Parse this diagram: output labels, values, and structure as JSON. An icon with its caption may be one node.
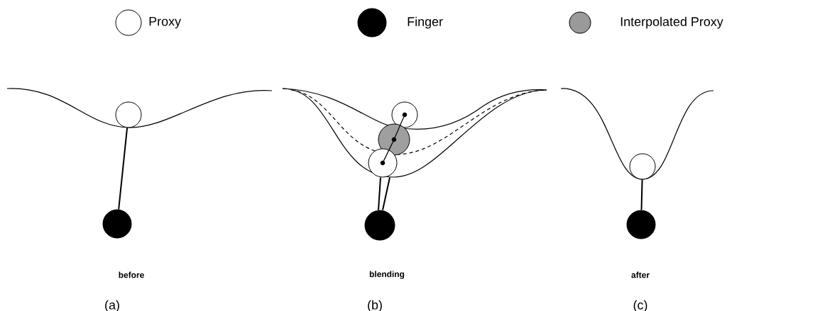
{
  "diagram": {
    "nodes": [
      {
        "text": [],
        "shape": "circle"
      },
      {
        "text": [],
        "shape": "circle"
      },
      {
        "text": [],
        "shape": "circle"
      },
      {
        "text": [],
        "shape": "circle",
        "in": 2
      },
      {
        "text": [],
        "shape": "circle"
      },
      {
        "text": [],
        "shape": "circle",
        "in": 4
      },
      {
        "text": [],
        "shape": "circle"
      },
      {
        "text": [],
        "shape": "circle",
        "in": 6
      },
      {
        "text": [],
        "shape": "circle"
      },
      {
        "text": [],
        "shape": "circle"
      },
      {
        "text": [],
        "shape": "circle"
      }
    ],
    "edges": [
      {
        "from": 1,
        "to": 0,
        "arrow": "none"
      },
      {
        "from": 3,
        "to": 5,
        "arrow": "none"
      },
      {
        "from": 5,
        "to": 7,
        "arrow": "none"
      },
      {
        "from": 8,
        "to": 6,
        "arrow": "none"
      },
      {
        "from": 8,
        "to": 6,
        "arrow": "none"
      },
      {
        "from": 10,
        "to": 9,
        "arrow": "none"
      }
    ],
    "labels": [
      "before",
      "blending",
      "after",
      "(a)",
      "(b)",
      "(c)"
    ],
    "legend": [
      {
        "text": "Proxy"
      },
      {
        "text": "Finger",
        "color": "#000000"
      },
      {
        "text": "Interpolated Proxy",
        "color": "#9a9a9a"
      }
    ]
  }
}
